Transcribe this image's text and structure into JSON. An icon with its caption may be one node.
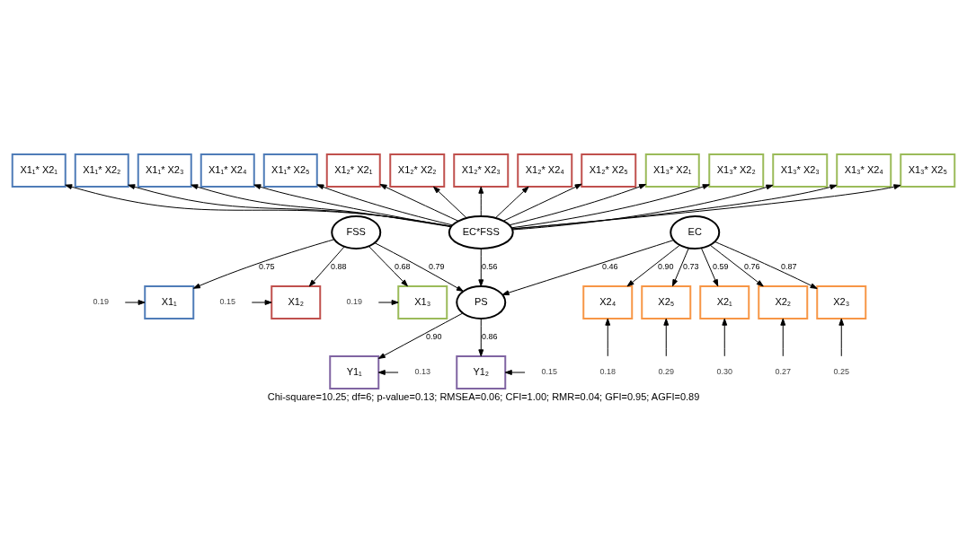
{
  "diagram": {
    "caption": "Chi-square=10.25; df=6; p-value=0.13; RMSEA=0.06; CFI=1.00; RMR=0.04; GFI=0.95; AGFI=0.89",
    "nodes": [
      {
        "text": [
          "X1₁* X2₁"
        ]
      },
      {
        "text": [
          "X1₁* X2₂"
        ]
      },
      {
        "text": [
          "X1₁* X2₃"
        ]
      },
      {
        "text": [
          "X1₁* X2₄"
        ]
      },
      {
        "text": [
          "X1₁* X2₅"
        ]
      },
      {
        "text": [
          "X1₂* X2₁"
        ]
      },
      {
        "text": [
          "X1₂* X2₂"
        ]
      },
      {
        "text": [
          "X1₂* X2₃"
        ]
      },
      {
        "text": [
          "X1₂* X2₄"
        ]
      },
      {
        "text": [
          "X1₂* X2₅"
        ]
      },
      {
        "text": [
          "X1₃* X2₁"
        ]
      },
      {
        "text": [
          "X1₃* X2₂"
        ]
      },
      {
        "text": [
          "X1₃* X2₃"
        ]
      },
      {
        "text": [
          "X1₃* X2₄"
        ]
      },
      {
        "text": [
          "X1₃* X2₅"
        ]
      },
      {
        "text": [
          "0.19"
        ]
      },
      {
        "text": [
          "X1₁"
        ]
      },
      {
        "text": [
          "EC*FSS"
        ]
      },
      {
        "text": [
          "Y1₁"
        ]
      },
      {
        "text": [
          "0.13"
        ]
      },
      {
        "text": [
          "0.15"
        ]
      },
      {
        "text": [
          "X1₂"
        ]
      },
      {
        "text": [
          "FSS"
        ]
      },
      {
        "text": [
          "PS"
        ]
      },
      {
        "text": [
          "Y1₂"
        ]
      },
      {
        "text": [
          "0.15"
        ]
      },
      {
        "text": [
          "0.19"
        ]
      },
      {
        "text": [
          "X1₃"
        ]
      },
      {
        "text": [
          "EC"
        ]
      },
      {
        "text": [
          "X2₁"
        ]
      },
      {
        "text": [
          "X2₂"
        ]
      },
      {
        "text": [
          "X2₃"
        ]
      },
      {
        "text": [
          "X2₄"
        ]
      },
      {
        "text": [
          "X2₅"
        ]
      },
      {
        "text": [
          "0.30"
        ]
      },
      {
        "text": [
          "0.27"
        ]
      },
      {
        "text": [
          "0.25"
        ]
      },
      {
        "text": [
          "0.18"
        ]
      },
      {
        "text": [
          "0.29"
        ]
      }
    ],
    "edges": [
      {
        "from": 17,
        "to": 0,
        "arrow": "to"
      },
      {
        "from": 17,
        "to": 1,
        "arrow": "to"
      },
      {
        "from": 17,
        "to": 2,
        "arrow": "to"
      },
      {
        "from": 17,
        "to": 3,
        "arrow": "to"
      },
      {
        "from": 17,
        "to": 4,
        "arrow": "to"
      },
      {
        "from": 17,
        "to": 5,
        "arrow": "to"
      },
      {
        "from": 17,
        "to": 6,
        "arrow": "to"
      },
      {
        "from": 17,
        "to": 7,
        "arrow": "to"
      },
      {
        "from": 17,
        "to": 8,
        "arrow": "to"
      },
      {
        "from": 17,
        "to": 9,
        "arrow": "to"
      },
      {
        "from": 17,
        "to": 10,
        "arrow": "to"
      },
      {
        "from": 17,
        "to": 11,
        "arrow": "to"
      },
      {
        "from": 17,
        "to": 12,
        "arrow": "to"
      },
      {
        "from": 17,
        "to": 13,
        "arrow": "to"
      },
      {
        "from": 17,
        "to": 14,
        "arrow": "to"
      },
      {
        "from": 15,
        "to": 16,
        "arrow": "to"
      },
      {
        "from": 20,
        "to": 21,
        "arrow": "to"
      },
      {
        "from": 26,
        "to": 27,
        "arrow": "to"
      },
      {
        "from": 22,
        "to": 16,
        "arrow": "to",
        "label": "0.75"
      },
      {
        "from": 22,
        "to": 21,
        "arrow": "to",
        "label": "0.88"
      },
      {
        "from": 22,
        "to": 27,
        "arrow": "to",
        "label": "0.68"
      },
      {
        "from": 17,
        "to": 23,
        "arrow": "to",
        "label": "0.56"
      },
      {
        "from": 22,
        "to": 23,
        "arrow": "to",
        "label": "0.79"
      },
      {
        "from": 28,
        "to": 23,
        "arrow": "to",
        "label": "0.46"
      },
      {
        "from": 23,
        "to": 18,
        "arrow": "to",
        "label": "0.90"
      },
      {
        "from": 23,
        "to": 24,
        "arrow": "to",
        "label": "0.86"
      },
      {
        "from": 19,
        "to": 18,
        "arrow": "to"
      },
      {
        "from": 25,
        "to": 24,
        "arrow": "to"
      },
      {
        "from": 28,
        "to": 29,
        "arrow": "to",
        "label": "0.59"
      },
      {
        "from": 28,
        "to": 30,
        "arrow": "to",
        "label": "0.76"
      },
      {
        "from": 28,
        "to": 31,
        "arrow": "to",
        "label": "0.87"
      },
      {
        "from": 28,
        "to": 32,
        "arrow": "to",
        "label": "0.90"
      },
      {
        "from": 28,
        "to": 33,
        "arrow": "to",
        "label": "0.73"
      },
      {
        "from": 34,
        "to": 29,
        "arrow": "to"
      },
      {
        "from": 35,
        "to": 30,
        "arrow": "to"
      },
      {
        "from": 36,
        "to": 31,
        "arrow": "to"
      },
      {
        "from": 37,
        "to": 32,
        "arrow": "to"
      },
      {
        "from": 38,
        "to": 33,
        "arrow": "to"
      }
    ]
  }
}
